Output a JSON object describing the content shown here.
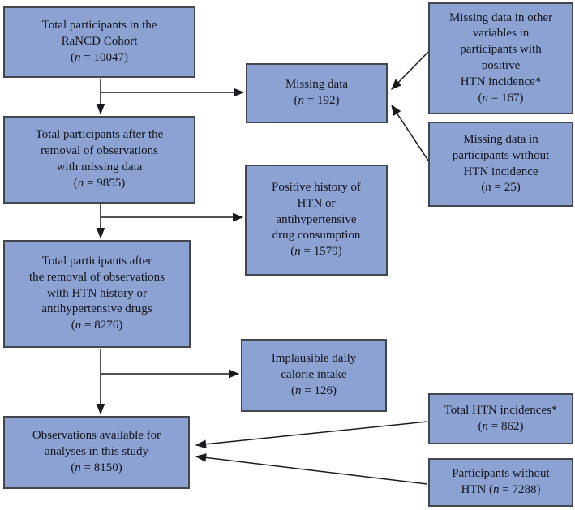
{
  "colors": {
    "box_fill": "#8ca2d2",
    "box_border": "#43464d",
    "arrow": "#1b1b1f",
    "text": "#14141c",
    "background": "#ffffff"
  },
  "boxes": {
    "cohort": {
      "lines": [
        "Total participants in the",
        "RaNCD Cohort",
        "(n = 10047)"
      ]
    },
    "after_missing": {
      "lines": [
        "Total participants after the",
        "removal of observations",
        "with missing data",
        "(n = 9855)"
      ]
    },
    "after_htn": {
      "lines": [
        "Total participants after",
        "the removal of observations",
        "with HTN history or",
        "antihypertensive drugs",
        "(n = 8276)"
      ]
    },
    "final": {
      "lines": [
        "Observations available for",
        "analyses in this study",
        "(n = 8150)"
      ]
    },
    "missing": {
      "lines": [
        "Missing data",
        "(n = 192)"
      ]
    },
    "positive_history": {
      "lines": [
        "Positive history of",
        "HTN or",
        "antihypertensive",
        "drug consumption",
        "(n = 1579)"
      ]
    },
    "implausible": {
      "lines": [
        "Implausible daily",
        "calorie intake",
        "(n = 126)"
      ]
    },
    "missing_other": {
      "lines": [
        "Missing data in other",
        "variables in",
        "participants with",
        "positive",
        "HTN incidence*",
        "(n = 167)"
      ]
    },
    "missing_without": {
      "lines": [
        "Missing data in",
        "participants without",
        "HTN incidence",
        "(n = 25)"
      ]
    },
    "total_htn": {
      "lines": [
        "Total HTN incidences*",
        "(n = 862)"
      ]
    },
    "without_htn": {
      "lines": [
        "Participants without",
        "HTN (n = 7288)"
      ]
    }
  }
}
